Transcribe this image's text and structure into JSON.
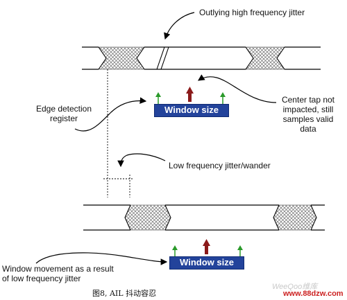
{
  "labels": {
    "outlying_jitter": "Outlying high frequency jitter",
    "center_tap_line1": "Center tap not",
    "center_tap_line2": "impacted, still",
    "center_tap_line3": "samples valid",
    "center_tap_line4": "data",
    "edge_detection_line1": "Edge detection",
    "edge_detection_line2": "register",
    "low_freq_jitter": "Low frequency jitter/wander",
    "window_movement_line1": "Window movement as a result",
    "window_movement_line2": "of low frequency jitter"
  },
  "window_boxes": {
    "top": "Window size",
    "bottom": "Window size"
  },
  "caption": "图8,  AIL 抖动容忍",
  "watermark": {
    "text1": "WeeQoo维库",
    "text2": "www.88dzw.com"
  },
  "colors": {
    "window_box": "#23439b",
    "center_arrow": "#8b1a1a",
    "side_arrow": "#2a9a2a",
    "crosshatch": "#777777"
  }
}
